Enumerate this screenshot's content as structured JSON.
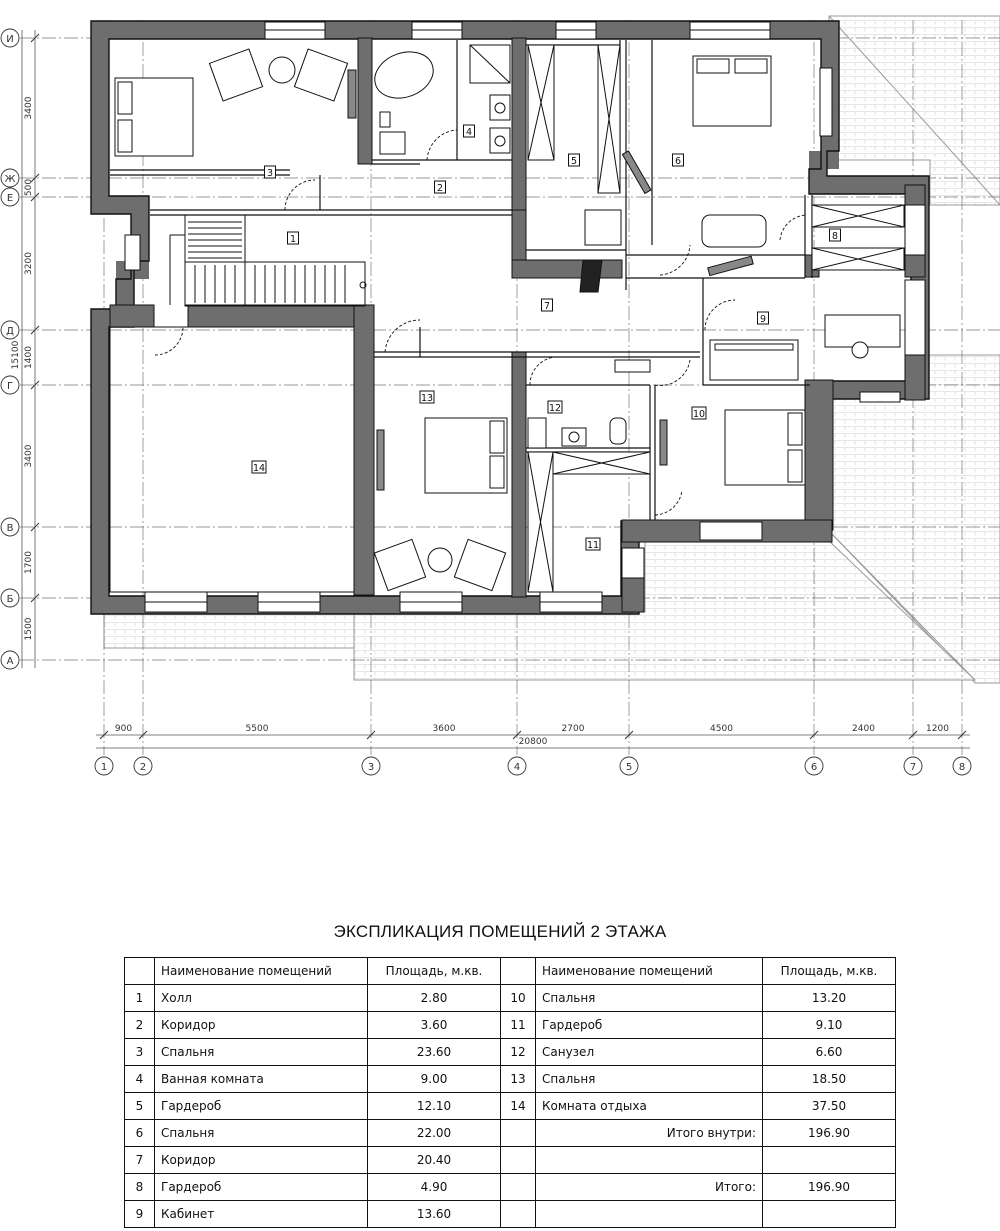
{
  "plan": {
    "axis_letters": [
      "И",
      "Ж",
      "Е",
      "Д",
      "Г",
      "В",
      "Б",
      "А"
    ],
    "axis_numbers": [
      "1",
      "2",
      "3",
      "4",
      "5",
      "6",
      "7",
      "8"
    ],
    "left_dims": [
      "3400",
      "500",
      "3200",
      "1400",
      "3400",
      "1700",
      "1500"
    ],
    "left_total": "15100",
    "bottom_dims": [
      "900",
      "5500",
      "3600",
      "2700",
      "4500",
      "2400",
      "1200"
    ],
    "bottom_total": "20800",
    "room_tags": [
      "1",
      "2",
      "3",
      "4",
      "5",
      "6",
      "7",
      "8",
      "9",
      "10",
      "11",
      "12",
      "13",
      "14"
    ]
  },
  "explication": {
    "title": "ЭКСПЛИКАЦИЯ ПОМЕЩЕНИЙ 2 ЭТАЖА",
    "header_name": "Наименование помещений",
    "header_area": "Площадь, м.кв.",
    "header_area_right": "Площадь, м.кв.",
    "left_rows": [
      {
        "n": "1",
        "name": "Холл",
        "area": "2.80"
      },
      {
        "n": "2",
        "name": "Коридор",
        "area": "3.60"
      },
      {
        "n": "3",
        "name": "Спальня",
        "area": "23.60"
      },
      {
        "n": "4",
        "name": "Ванная комната",
        "area": "9.00"
      },
      {
        "n": "5",
        "name": "Гардероб",
        "area": "12.10"
      },
      {
        "n": "6",
        "name": "Спальня",
        "area": "22.00"
      },
      {
        "n": "7",
        "name": "Коридор",
        "area": "20.40"
      },
      {
        "n": "8",
        "name": "Гардероб",
        "area": "4.90"
      },
      {
        "n": "9",
        "name": "Кабинет",
        "area": "13.60"
      }
    ],
    "right_rows": [
      {
        "n": "10",
        "name": "Спальня",
        "area": "13.20"
      },
      {
        "n": "11",
        "name": "Гардероб",
        "area": "9.10"
      },
      {
        "n": "12",
        "name": "Санузел",
        "area": "6.60"
      },
      {
        "n": "13",
        "name": "Спальня",
        "area": "18.50"
      },
      {
        "n": "14",
        "name": "Комната отдыха",
        "area": "37.50"
      }
    ],
    "total_inside_label": "Итого внутри:",
    "total_inside_value": "196.90",
    "total_label": "Итого:",
    "total_value": "196.90"
  }
}
